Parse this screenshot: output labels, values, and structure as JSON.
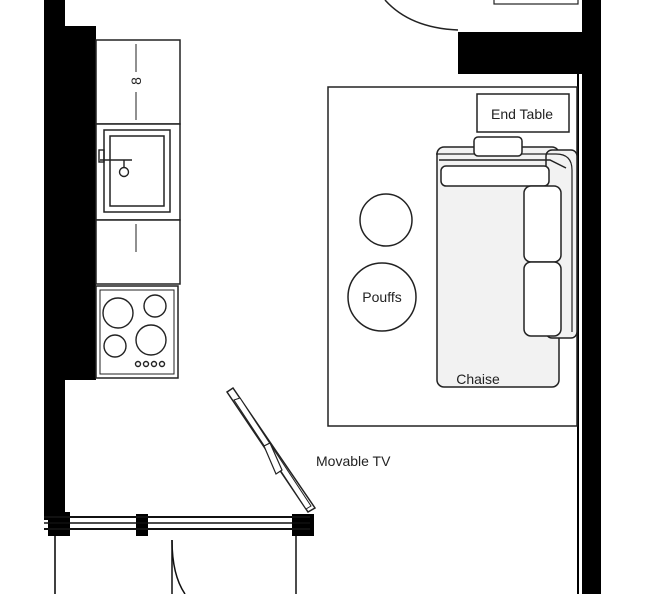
{
  "labels": {
    "end_table": "End Table",
    "pouffs": "Pouffs",
    "chaise": "Chaise",
    "movable_tv": "Movable TV",
    "fridge_glyph": "8"
  },
  "colors": {
    "wall": "#000000",
    "line": "#1a1a1a",
    "sofa_fill": "#f2f2f2",
    "background": "#ffffff"
  }
}
